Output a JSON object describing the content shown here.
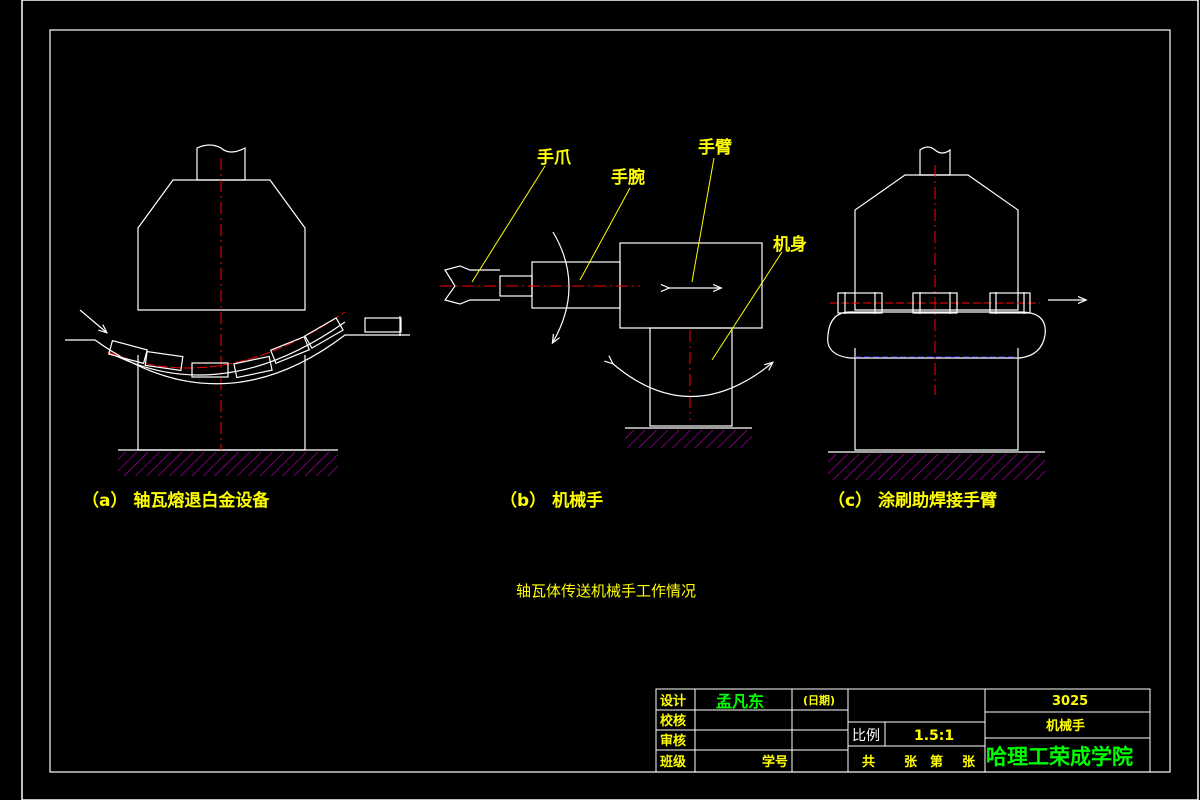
{
  "callouts": {
    "claw": "手爪",
    "wrist": "手腕",
    "arm": "手臂",
    "body": "机身"
  },
  "captions": {
    "a": "（a） 轴瓦熔退白金设备",
    "b": "（b） 机械手",
    "c": "（c） 涂刷助焊接手臂"
  },
  "figure_title": "轴瓦体传送机械手工作情况",
  "title_block": {
    "design_label": "设计",
    "designer": "孟凡东",
    "date_label": "(日期)",
    "check_label": "校核",
    "review_label": "审核",
    "class_label": "班级",
    "student_id_label": "学号",
    "scale_label": "比例",
    "scale_value": "1.5:1",
    "sheet_total": "共",
    "sheet_unit1": "张",
    "sheet_nth": "第",
    "sheet_unit2": "张",
    "drawing_no": "3025",
    "drawing_name": "机械手",
    "institution": "哈理工荣成学院"
  }
}
